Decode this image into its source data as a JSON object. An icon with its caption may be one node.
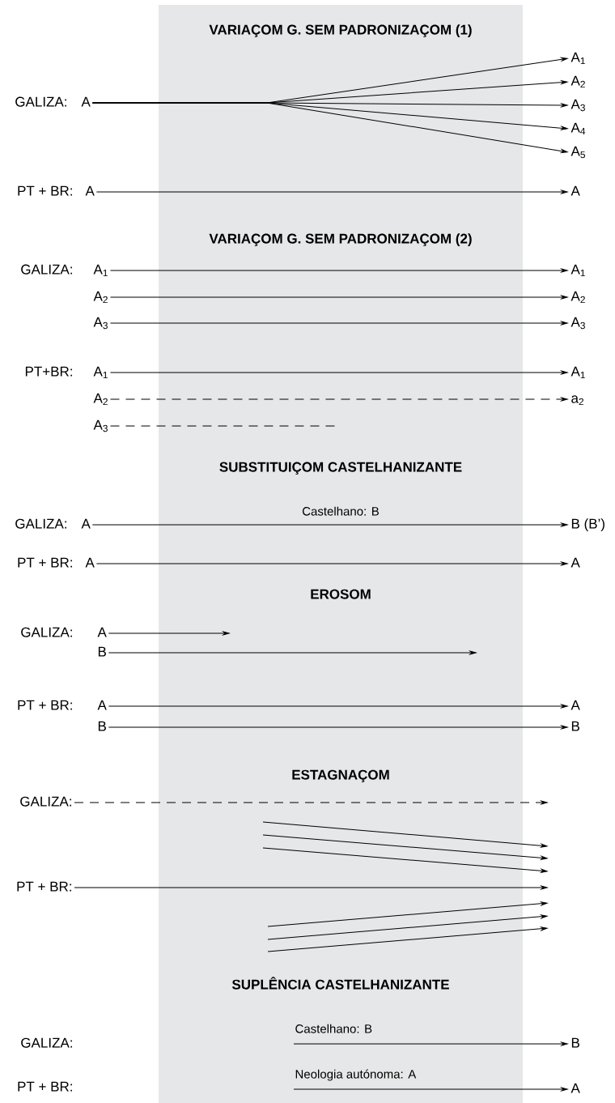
{
  "diagram": {
    "nodes": [
      {
        "text": [
          "A"
        ]
      },
      {
        "text": [
          "A$_{1}$"
        ]
      },
      {
        "text": [
          "A$_{2}$"
        ]
      },
      {
        "text": [
          "A$_{3}$"
        ]
      },
      {
        "text": [
          "A$_{4}$"
        ]
      },
      {
        "text": [
          "A$_{5}$"
        ]
      },
      {
        "text": [
          "A"
        ]
      },
      {
        "text": [
          "A"
        ]
      },
      {
        "text": [
          "A$_{1}$"
        ]
      },
      {
        "text": [
          "A$_{1}$"
        ]
      },
      {
        "text": [
          "A$_{2}$"
        ]
      },
      {
        "text": [
          "A$_{2}$"
        ]
      },
      {
        "text": [
          "A$_{3}$"
        ]
      },
      {
        "text": [
          "A$_{3}$"
        ]
      },
      {
        "text": [
          "A$_{1}$"
        ]
      },
      {
        "text": [
          "A$_{1}$"
        ]
      },
      {
        "text": [
          "A$_{2}$"
        ]
      },
      {
        "text": [
          "a$_{2}$"
        ]
      },
      {
        "text": [
          "A$_{3}$"
        ]
      },
      {
        "text": [
          "A"
        ]
      },
      {
        "text": [
          "B (B’)"
        ]
      },
      {
        "text": [
          "A"
        ]
      },
      {
        "text": [
          "A"
        ]
      },
      {
        "text": [
          "A"
        ]
      },
      {
        "text": [
          "B"
        ]
      },
      {
        "text": [
          "A"
        ]
      },
      {
        "text": [
          "A"
        ]
      },
      {
        "text": [
          "B"
        ]
      },
      {
        "text": [
          "B"
        ]
      },
      {
        "text": [
          "GALIZA:"
        ]
      },
      {
        "text": [
          "PT + BR:"
        ]
      },
      {
        "text": [
          "B"
        ]
      },
      {
        "text": [
          "A"
        ]
      }
    ],
    "edges": [
      {
        "from": 0,
        "to": 1,
        "arrow": "to"
      },
      {
        "from": 0,
        "to": 2,
        "arrow": "to"
      },
      {
        "from": 0,
        "to": 3,
        "arrow": "to"
      },
      {
        "from": 0,
        "to": 4,
        "arrow": "to"
      },
      {
        "from": 0,
        "to": 5,
        "arrow": "to"
      },
      {
        "from": 6,
        "to": 7,
        "arrow": "to"
      },
      {
        "from": 8,
        "to": 9,
        "arrow": "to"
      },
      {
        "from": 10,
        "to": 11,
        "arrow": "to"
      },
      {
        "from": 12,
        "to": 13,
        "arrow": "to"
      },
      {
        "from": 14,
        "to": 15,
        "arrow": "to"
      },
      {
        "from": 16,
        "to": 17,
        "arrow": "to",
        "style": "dashed"
      },
      {
        "from": 18,
        "to": null,
        "arrow": "none",
        "style": "dashed"
      },
      {
        "from": 19,
        "to": 20,
        "arrow": "to",
        "label": "Castelhano:  B"
      },
      {
        "from": 21,
        "to": 22,
        "arrow": "to"
      },
      {
        "from": 23,
        "to": null,
        "arrow": "to"
      },
      {
        "from": 24,
        "to": null,
        "arrow": "to"
      },
      {
        "from": 25,
        "to": 26,
        "arrow": "to"
      },
      {
        "from": 27,
        "to": 28,
        "arrow": "to"
      },
      {
        "from": 29,
        "to": null,
        "arrow": "to",
        "style": "dashed"
      },
      {
        "from": 30,
        "to": null,
        "arrow": "to"
      },
      {
        "from": null,
        "to": 31,
        "arrow": "to",
        "label": "Castelhano:  B"
      },
      {
        "from": null,
        "to": 32,
        "arrow": "to",
        "label": "Neologia autónoma: A"
      }
    ],
    "labels": [
      "VARIAÇOM G. SEM PADRONIZAÇOM (1)",
      "GALIZA:",
      "PT + BR:",
      "VARIAÇOM G. SEM PADRONIZAÇOM (2)",
      "GALIZA:",
      "PT+BR:",
      "SUBSTITUIÇOM CASTELHANIZANTE",
      "GALIZA:",
      "PT + BR:",
      "EROSOM",
      "GALIZA:",
      "PT + BR:",
      "ESTAGNAÇOM",
      "SUPLÊNCIA CASTELHANIZANTE",
      "GALIZA:",
      "PT + BR:"
    ]
  }
}
